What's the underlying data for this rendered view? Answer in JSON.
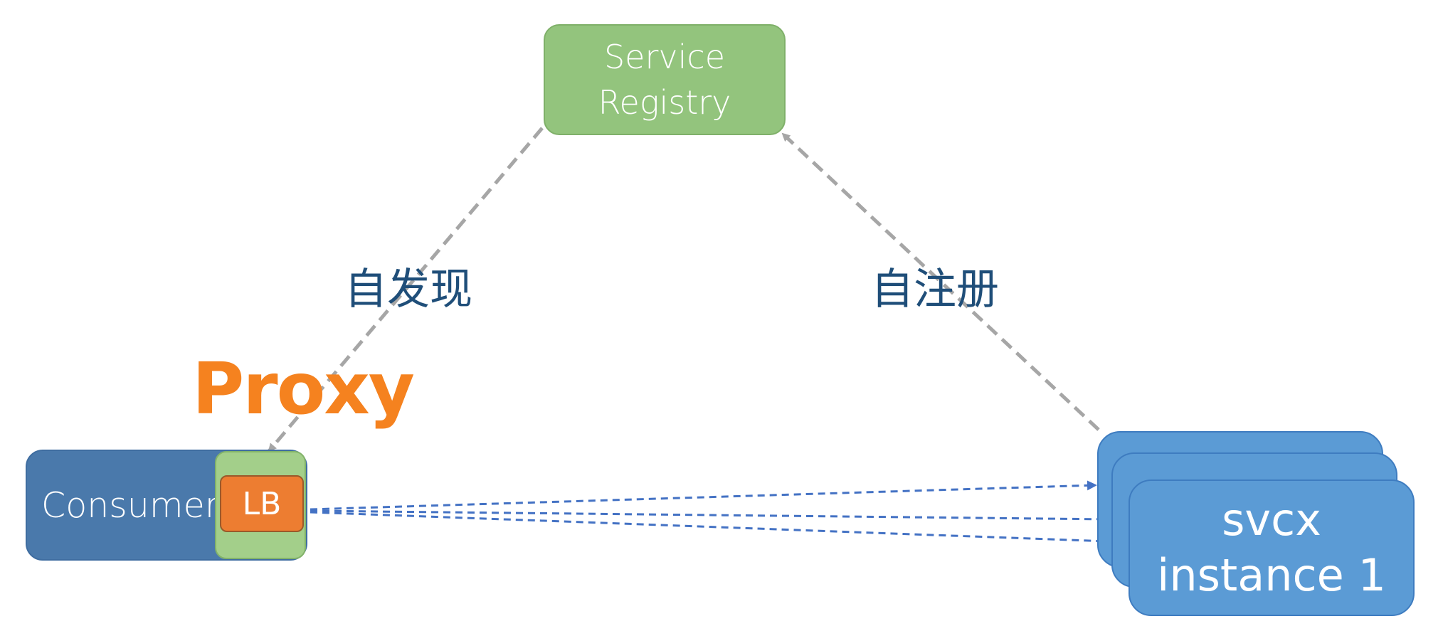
{
  "registry": {
    "line1": "Service",
    "line2": "Registry"
  },
  "consumer": {
    "label": "Consumer",
    "lb_label": "LB"
  },
  "proxy": {
    "title": "Proxy"
  },
  "instance": {
    "line1": "svcx",
    "line2": "instance 1"
  },
  "edges": {
    "discover_label": "自发现",
    "register_label": "自注册"
  },
  "colors": {
    "registry": "#93c47d",
    "consumer": "#4a79ab",
    "proxy_panel": "#a3cf8a",
    "lb": "#ed7d31",
    "proxy_text": "#f5821f",
    "instance": "#5b9bd5",
    "arrow_gray": "#a6a6a6",
    "arrow_blue": "#4472c4",
    "edge_label": "#1f4e79"
  }
}
